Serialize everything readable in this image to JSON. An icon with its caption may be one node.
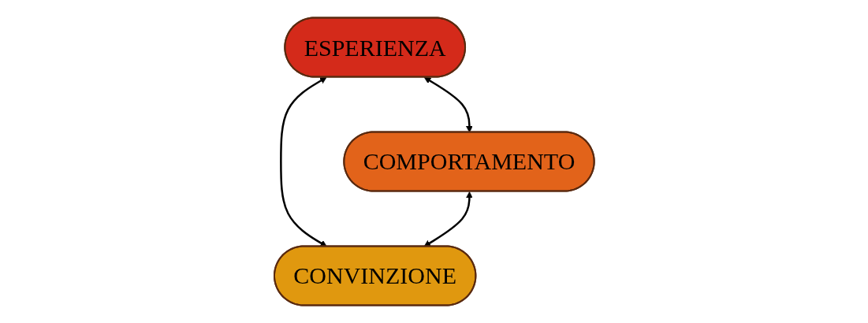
{
  "diagram": {
    "nodes": [
      {
        "text": [
          "ESPERIENZA"
        ]
      },
      {
        "text": [
          "CONVINZIONE"
        ]
      },
      {
        "text": [
          "COMPORTAMENTO"
        ]
      }
    ],
    "edges": [
      {
        "from": 0,
        "to": 1,
        "arrow": "both"
      },
      {
        "from": 0,
        "to": 2,
        "arrow": "both"
      },
      {
        "from": 2,
        "to": 1,
        "arrow": "both"
      }
    ]
  }
}
